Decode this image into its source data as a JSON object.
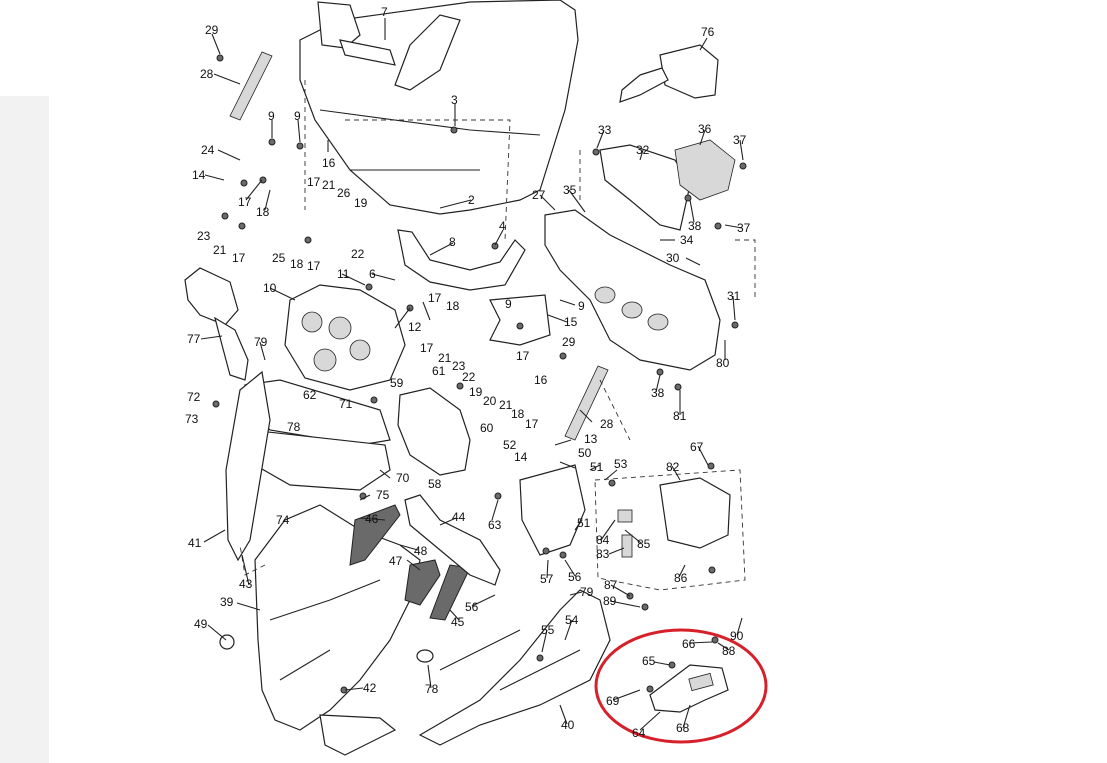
{
  "diagram": {
    "callouts": [
      {
        "id": "c7",
        "text": "7"
      },
      {
        "id": "c29a",
        "text": "29"
      },
      {
        "id": "c28a",
        "text": "28"
      },
      {
        "id": "c76",
        "text": "76"
      },
      {
        "id": "c3",
        "text": "3"
      },
      {
        "id": "c9a",
        "text": "9"
      },
      {
        "id": "c9b",
        "text": "9"
      },
      {
        "id": "c16a",
        "text": "16"
      },
      {
        "id": "c24",
        "text": "24"
      },
      {
        "id": "c14a",
        "text": "14"
      },
      {
        "id": "c17a",
        "text": "17"
      },
      {
        "id": "c18a",
        "text": "18"
      },
      {
        "id": "c17b",
        "text": "17"
      },
      {
        "id": "c21a",
        "text": "21"
      },
      {
        "id": "c26",
        "text": "26"
      },
      {
        "id": "c19a",
        "text": "19"
      },
      {
        "id": "c23a",
        "text": "23"
      },
      {
        "id": "c21b",
        "text": "21"
      },
      {
        "id": "c17c",
        "text": "17"
      },
      {
        "id": "c25",
        "text": "25"
      },
      {
        "id": "c18b",
        "text": "18"
      },
      {
        "id": "c17d",
        "text": "17"
      },
      {
        "id": "c22a",
        "text": "22"
      },
      {
        "id": "c2",
        "text": "2"
      },
      {
        "id": "c4",
        "text": "4"
      },
      {
        "id": "c8",
        "text": "8"
      },
      {
        "id": "c33",
        "text": "33"
      },
      {
        "id": "c32",
        "text": "32"
      },
      {
        "id": "c36",
        "text": "36"
      },
      {
        "id": "c37a",
        "text": "37"
      },
      {
        "id": "c35",
        "text": "35"
      },
      {
        "id": "c27",
        "text": "27"
      },
      {
        "id": "c38a",
        "text": "38"
      },
      {
        "id": "c37b",
        "text": "37"
      },
      {
        "id": "c34",
        "text": "34"
      },
      {
        "id": "c30",
        "text": "30"
      },
      {
        "id": "c11",
        "text": "11"
      },
      {
        "id": "c6",
        "text": "6"
      },
      {
        "id": "c10",
        "text": "10"
      },
      {
        "id": "c17e",
        "text": "17"
      },
      {
        "id": "c18c",
        "text": "18"
      },
      {
        "id": "c9c",
        "text": "9"
      },
      {
        "id": "c9d",
        "text": "9"
      },
      {
        "id": "c12",
        "text": "12"
      },
      {
        "id": "c15",
        "text": "15"
      },
      {
        "id": "c31",
        "text": "31"
      },
      {
        "id": "c77",
        "text": "77"
      },
      {
        "id": "c79a",
        "text": "79"
      },
      {
        "id": "c17f",
        "text": "17"
      },
      {
        "id": "c21c",
        "text": "21"
      },
      {
        "id": "c23b",
        "text": "23"
      },
      {
        "id": "c17g",
        "text": "17"
      },
      {
        "id": "c29b",
        "text": "29"
      },
      {
        "id": "c80",
        "text": "80"
      },
      {
        "id": "c61",
        "text": "61"
      },
      {
        "id": "c22b",
        "text": "22"
      },
      {
        "id": "c16b",
        "text": "16"
      },
      {
        "id": "c59",
        "text": "59"
      },
      {
        "id": "c62",
        "text": "62"
      },
      {
        "id": "c19b",
        "text": "19"
      },
      {
        "id": "c38b",
        "text": "38"
      },
      {
        "id": "c72",
        "text": "72"
      },
      {
        "id": "c71",
        "text": "71"
      },
      {
        "id": "c20",
        "text": "20"
      },
      {
        "id": "c21d",
        "text": "21"
      },
      {
        "id": "c18d",
        "text": "18"
      },
      {
        "id": "c17h",
        "text": "17"
      },
      {
        "id": "c81",
        "text": "81"
      },
      {
        "id": "c73",
        "text": "73"
      },
      {
        "id": "c78a",
        "text": "78"
      },
      {
        "id": "c28b",
        "text": "28"
      },
      {
        "id": "c60",
        "text": "60"
      },
      {
        "id": "c13",
        "text": "13"
      },
      {
        "id": "c52",
        "text": "52"
      },
      {
        "id": "c14b",
        "text": "14"
      },
      {
        "id": "c50",
        "text": "50"
      },
      {
        "id": "c67",
        "text": "67"
      },
      {
        "id": "c53",
        "text": "53"
      },
      {
        "id": "c51a",
        "text": "51"
      },
      {
        "id": "c82",
        "text": "82"
      },
      {
        "id": "c70",
        "text": "70"
      },
      {
        "id": "c58",
        "text": "58"
      },
      {
        "id": "c75",
        "text": "75"
      },
      {
        "id": "c74",
        "text": "74"
      },
      {
        "id": "c63",
        "text": "63"
      },
      {
        "id": "c46",
        "text": "46"
      },
      {
        "id": "c44",
        "text": "44"
      },
      {
        "id": "c51b",
        "text": "51"
      },
      {
        "id": "c41",
        "text": "41"
      },
      {
        "id": "c48",
        "text": "48"
      },
      {
        "id": "c84",
        "text": "84"
      },
      {
        "id": "c85",
        "text": "85"
      },
      {
        "id": "c83",
        "text": "83"
      },
      {
        "id": "c47",
        "text": "47"
      },
      {
        "id": "c57",
        "text": "57"
      },
      {
        "id": "c56a",
        "text": "56"
      },
      {
        "id": "c86",
        "text": "86"
      },
      {
        "id": "c43",
        "text": "43"
      },
      {
        "id": "c87",
        "text": "87"
      },
      {
        "id": "c79b",
        "text": "79"
      },
      {
        "id": "c39",
        "text": "39"
      },
      {
        "id": "c89",
        "text": "89"
      },
      {
        "id": "c56b",
        "text": "56"
      },
      {
        "id": "c45",
        "text": "45"
      },
      {
        "id": "c90",
        "text": "90"
      },
      {
        "id": "c49",
        "text": "49"
      },
      {
        "id": "c54",
        "text": "54"
      },
      {
        "id": "c55",
        "text": "55"
      },
      {
        "id": "c66",
        "text": "66"
      },
      {
        "id": "c88",
        "text": "88"
      },
      {
        "id": "c65",
        "text": "65"
      },
      {
        "id": "c42",
        "text": "42"
      },
      {
        "id": "c78b",
        "text": "78"
      },
      {
        "id": "c69",
        "text": "69"
      },
      {
        "id": "c40",
        "text": "40"
      },
      {
        "id": "c68",
        "text": "68"
      },
      {
        "id": "c64",
        "text": "64"
      }
    ],
    "highlight_color": "#d6202a"
  }
}
